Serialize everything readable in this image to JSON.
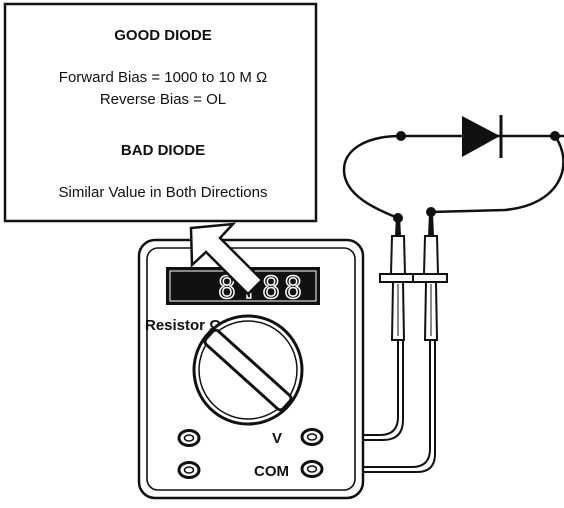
{
  "info_box": {
    "good_heading": "GOOD DIODE",
    "forward_line": "Forward Bias = 1000 to 10 M Ω",
    "reverse_line": "Reverse Bias = OL",
    "bad_heading": "BAD DIODE",
    "bad_line": "Similar Value in Both Directions"
  },
  "meter": {
    "display_reading": "8.88",
    "dial_label": "Resistor Ω",
    "v_jack_label": "V",
    "com_jack_label": "COM"
  },
  "colors": {
    "ink": "#111111",
    "background": "#ffffff",
    "display_segments": "#ffffff"
  },
  "icons": {
    "diode": "diode-symbol",
    "pointer": "hollow-arrow"
  }
}
